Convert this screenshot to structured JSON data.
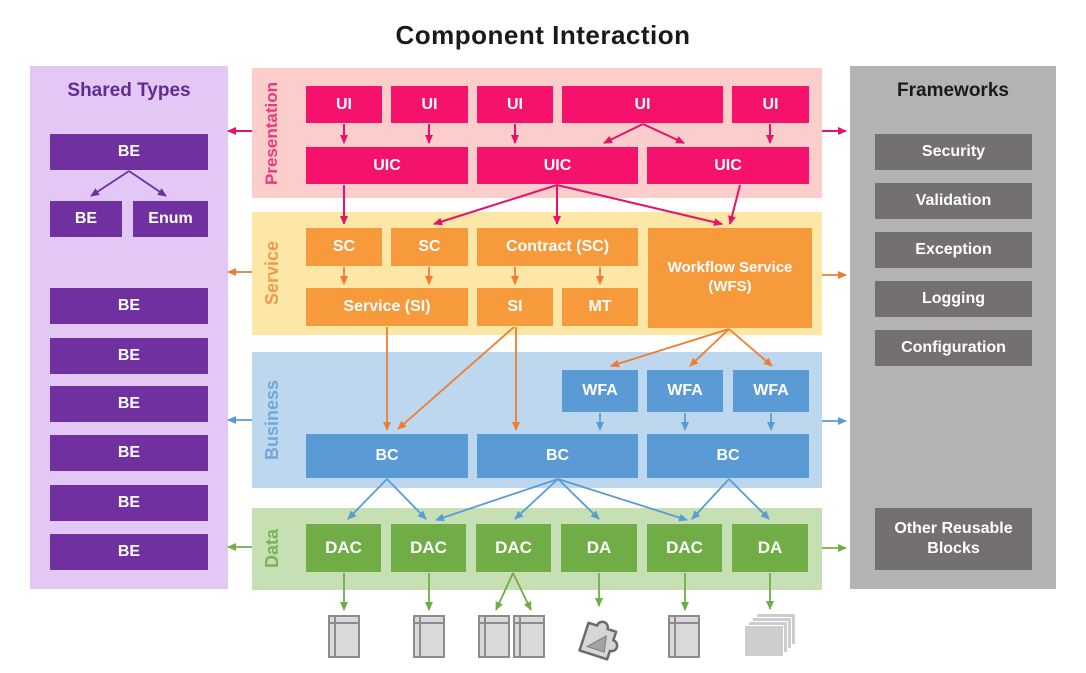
{
  "title": "Component Interaction",
  "colors": {
    "presentation_box": "#F5126D",
    "presentation_bg": "#FBCDCB",
    "presentation_arrow": "#E8116D",
    "service_box": "#F79A3C",
    "service_bg": "#FDE7A6",
    "service_arrow": "#ED7D31",
    "business_box": "#5B9BD5",
    "business_bg": "#BDD7EE",
    "data_box": "#70AD47",
    "data_bg": "#C6E0B4",
    "shared_box": "#7030A0",
    "shared_bg": "#E3C8F6",
    "frameworks_box": "#757070",
    "frameworks_bg": "#B3B3B3"
  },
  "shared_types": {
    "title": "Shared Types",
    "root": "BE",
    "children": [
      "BE",
      "Enum"
    ],
    "items": [
      "BE",
      "BE",
      "BE",
      "BE",
      "BE",
      "BE"
    ]
  },
  "frameworks": {
    "title": "Frameworks",
    "items": [
      "Security",
      "Validation",
      "Exception",
      "Logging",
      "Configuration"
    ],
    "other": "Other Reusable Blocks"
  },
  "layers": {
    "presentation": {
      "label": "Presentation",
      "ui": [
        "UI",
        "UI",
        "UI",
        "UI",
        "UI"
      ],
      "uic": [
        "UIC",
        "UIC",
        "UIC"
      ]
    },
    "service": {
      "label": "Service",
      "sc": [
        "SC",
        "SC",
        "Contract (SC)"
      ],
      "wfs": "Workflow Service (WFS)",
      "si": [
        "Service (SI)",
        "SI",
        "MT"
      ]
    },
    "business": {
      "label": "Business",
      "wfa": [
        "WFA",
        "WFA",
        "WFA"
      ],
      "bc": [
        "BC",
        "BC",
        "BC"
      ]
    },
    "data": {
      "label": "Data",
      "boxes": [
        "DAC",
        "DAC",
        "DAC",
        "DA",
        "DAC",
        "DA"
      ]
    }
  },
  "icons": [
    "database-table",
    "database-table",
    "database-table",
    "database-table",
    "puzzle-piece",
    "database-table",
    "documents-stack"
  ]
}
